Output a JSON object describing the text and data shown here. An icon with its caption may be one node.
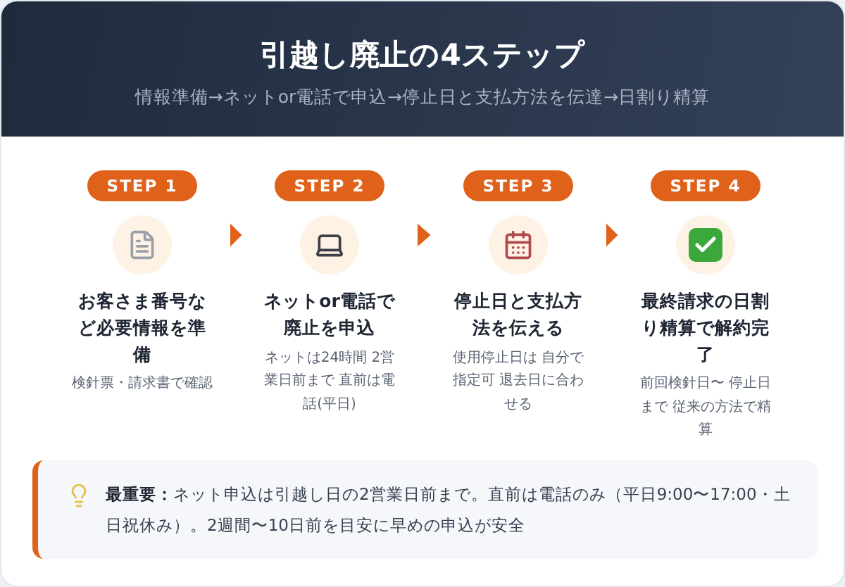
{
  "diagram": {
    "title": "引越し廃止の4ステップ",
    "caption": "情報準備→ネットor電話で申込→停止日と支払方法を伝達→日割り精算",
    "nodes": [
      {
        "text": [
          "STEP 1",
          "お客さま番号など必要情報を準備",
          "検針票・請求書で確認"
        ]
      },
      {
        "text": [
          "STEP 2",
          "ネットor電話で廃止を申込",
          "ネットは24時間 2営業日前まで 直前は電話(平日)"
        ]
      },
      {
        "text": [
          "STEP 3",
          "停止日と支払方法を伝える",
          "使用停止日は 自分で指定可 退去日に合わせる"
        ]
      },
      {
        "text": [
          "STEP 4",
          "最終請求の日割り精算で解約完了",
          "前回検針日〜 停止日まで 従来の方法で精算"
        ]
      }
    ],
    "edges": [
      {
        "from": 0,
        "to": 1,
        "arrow": "to"
      },
      {
        "from": 1,
        "to": 2,
        "arrow": "to"
      },
      {
        "from": 2,
        "to": 3,
        "arrow": "to"
      }
    ],
    "labels": [
      "**最重要：**ネット申込は引越し日の2営業日前まで。直前は電話のみ（平日9:00〜17:00・土日祝休み）。2週間〜10日前を目安に早めの申込が安全"
    ]
  }
}
